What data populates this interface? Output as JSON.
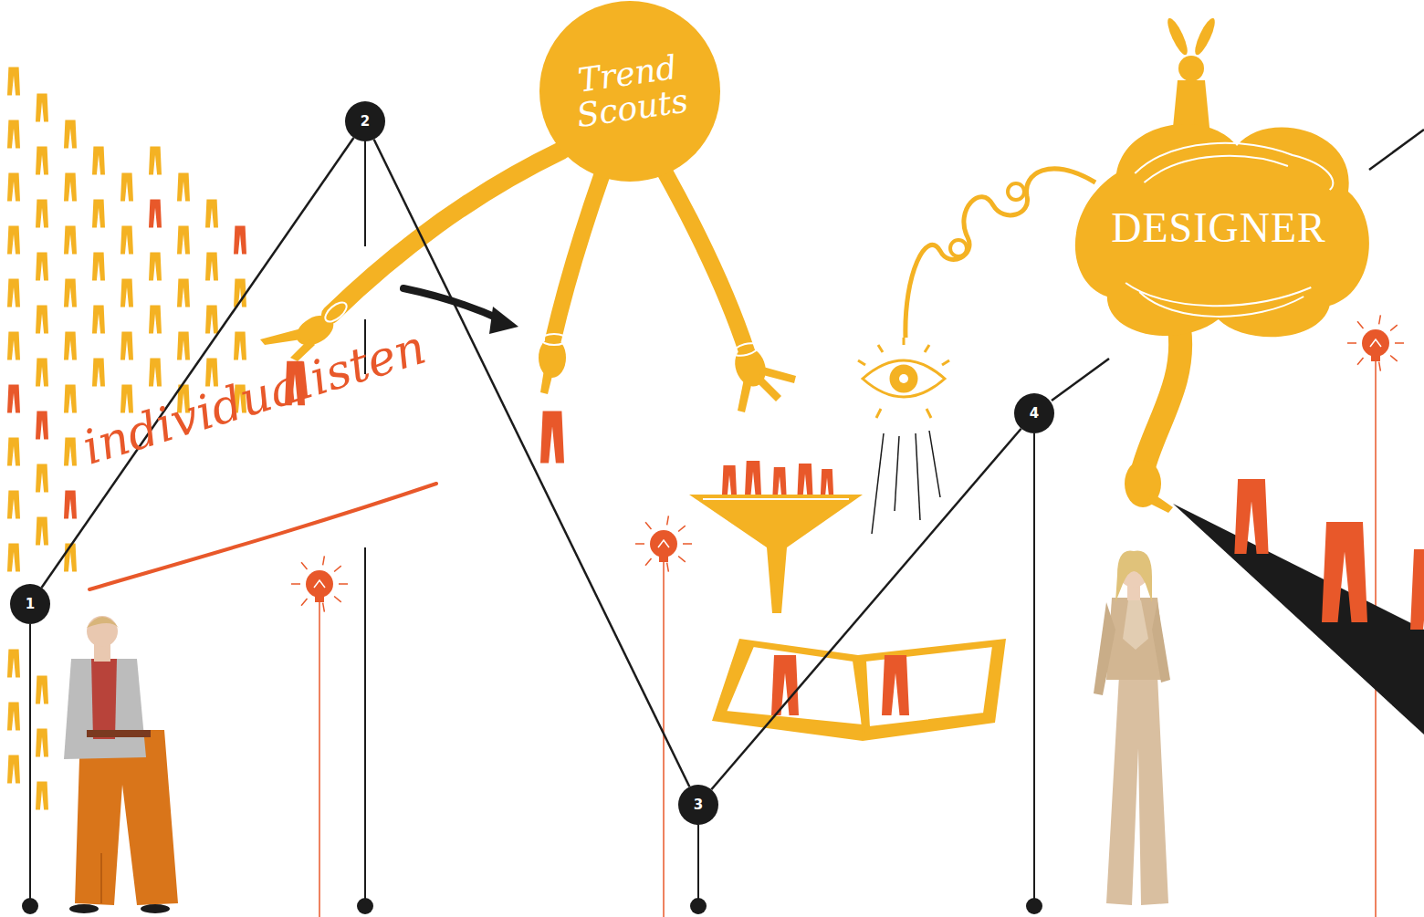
{
  "diagram": {
    "nodes": [
      {
        "text": [
          "1"
        ]
      },
      {
        "text": [
          "2"
        ]
      },
      {
        "text": [
          "Trend Scouts"
        ]
      },
      {
        "text": [
          "3"
        ]
      },
      {
        "text": [
          "4"
        ]
      },
      {
        "text": [
          "DESIGNER"
        ]
      }
    ],
    "edges": [
      {
        "from": 0,
        "to": 1,
        "arrow": "none"
      },
      {
        "from": 1,
        "to": 3,
        "arrow": "none"
      },
      {
        "from": 3,
        "to": 4,
        "arrow": "none"
      }
    ],
    "labels": [
      "individualisten"
    ]
  }
}
